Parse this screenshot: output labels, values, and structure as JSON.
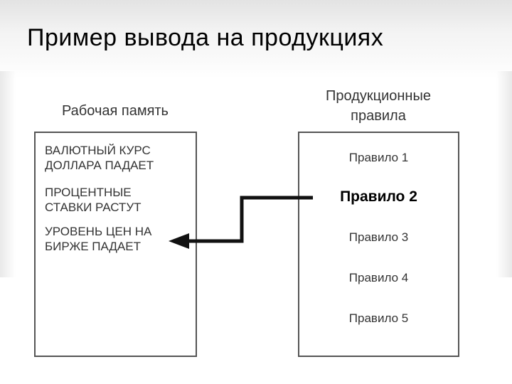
{
  "slide": {
    "title": "Пример вывода на продукциях"
  },
  "working_memory": {
    "heading": "Рабочая память",
    "facts": [
      {
        "lines": [
          "ВАЛЮТНЫЙ КУРС",
          "ДОЛЛАРА ПАДАЕТ"
        ]
      },
      {
        "lines": [
          "ПРОЦЕНТНЫЕ",
          "СТАВКИ РАСТУТ"
        ]
      },
      {
        "lines": [
          "УРОВЕНЬ ЦЕН НА",
          "БИРЖЕ ПАДАЕТ"
        ]
      }
    ]
  },
  "production_rules": {
    "heading_lines": [
      "Продукционные",
      "правила"
    ],
    "rules": [
      {
        "label": "Правило 1",
        "active": false
      },
      {
        "label": "Правило 2",
        "active": true
      },
      {
        "label": "Правило 3",
        "active": false
      },
      {
        "label": "Правило 4",
        "active": false
      },
      {
        "label": "Правило 5",
        "active": false
      }
    ]
  },
  "colors": {
    "border": "#555555",
    "arrow": "#111111",
    "text": "#333333"
  }
}
